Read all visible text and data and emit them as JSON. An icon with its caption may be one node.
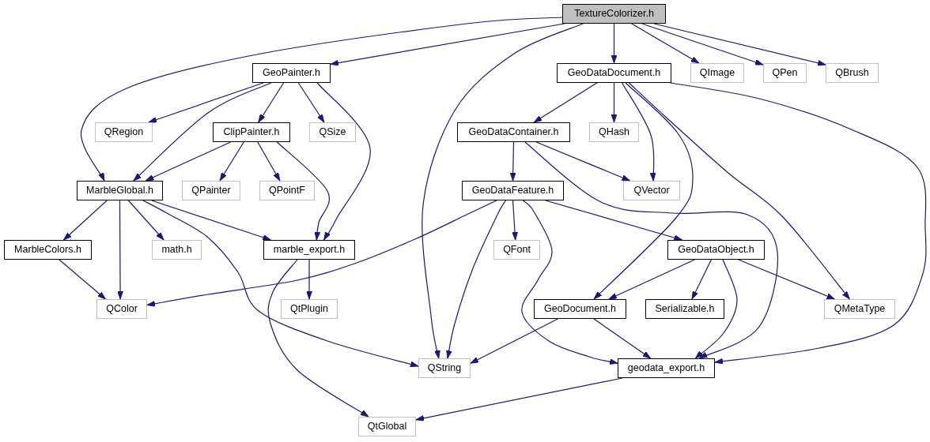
{
  "diagram": {
    "nodes": [
      {
        "text": [
          "TextureColorizer.h"
        ]
      },
      {
        "text": [
          "GeoPainter.h"
        ]
      },
      {
        "text": [
          "GeoDataDocument.h"
        ]
      },
      {
        "text": [
          "QImage"
        ]
      },
      {
        "text": [
          "QPen"
        ]
      },
      {
        "text": [
          "QBrush"
        ]
      },
      {
        "text": [
          "QRegion"
        ]
      },
      {
        "text": [
          "ClipPainter.h"
        ]
      },
      {
        "text": [
          "QSize"
        ]
      },
      {
        "text": [
          "GeoDataContainer.h"
        ]
      },
      {
        "text": [
          "QHash"
        ]
      },
      {
        "text": [
          "MarbleGlobal.h"
        ]
      },
      {
        "text": [
          "QPainter"
        ]
      },
      {
        "text": [
          "QPointF"
        ]
      },
      {
        "text": [
          "GeoDataFeature.h"
        ]
      },
      {
        "text": [
          "QVector"
        ]
      },
      {
        "text": [
          "MarbleColors.h"
        ]
      },
      {
        "text": [
          "math.h"
        ]
      },
      {
        "text": [
          "marble_export.h"
        ]
      },
      {
        "text": [
          "QFont"
        ]
      },
      {
        "text": [
          "GeoDataObject.h"
        ]
      },
      {
        "text": [
          "QColor"
        ]
      },
      {
        "text": [
          "QtPlugin"
        ]
      },
      {
        "text": [
          "GeoDocument.h"
        ]
      },
      {
        "text": [
          "Serializable.h"
        ]
      },
      {
        "text": [
          "QMetaType"
        ]
      },
      {
        "text": [
          "QString"
        ]
      },
      {
        "text": [
          "geodata_export.h"
        ]
      },
      {
        "text": [
          "QtGlobal"
        ]
      }
    ],
    "edges": [
      {
        "from": 0,
        "to": 11,
        "arrow": "to"
      },
      {
        "from": 0,
        "to": 1,
        "arrow": "to"
      },
      {
        "from": 0,
        "to": 26,
        "arrow": "to"
      },
      {
        "from": 0,
        "to": 2,
        "arrow": "to"
      },
      {
        "from": 0,
        "to": 3,
        "arrow": "to"
      },
      {
        "from": 0,
        "to": 4,
        "arrow": "to"
      },
      {
        "from": 0,
        "to": 5,
        "arrow": "to"
      },
      {
        "from": 1,
        "to": 6,
        "arrow": "to"
      },
      {
        "from": 1,
        "to": 11,
        "arrow": "to"
      },
      {
        "from": 1,
        "to": 7,
        "arrow": "to"
      },
      {
        "from": 1,
        "to": 8,
        "arrow": "to"
      },
      {
        "from": 1,
        "to": 18,
        "arrow": "to"
      },
      {
        "from": 7,
        "to": 11,
        "arrow": "to"
      },
      {
        "from": 7,
        "to": 12,
        "arrow": "to"
      },
      {
        "from": 7,
        "to": 13,
        "arrow": "to"
      },
      {
        "from": 7,
        "to": 18,
        "arrow": "to"
      },
      {
        "from": 2,
        "to": 9,
        "arrow": "to"
      },
      {
        "from": 2,
        "to": 10,
        "arrow": "to"
      },
      {
        "from": 2,
        "to": 15,
        "arrow": "to"
      },
      {
        "from": 2,
        "to": 23,
        "arrow": "to"
      },
      {
        "from": 2,
        "to": 25,
        "arrow": "to"
      },
      {
        "from": 2,
        "to": 27,
        "arrow": "to"
      },
      {
        "from": 9,
        "to": 14,
        "arrow": "to"
      },
      {
        "from": 9,
        "to": 15,
        "arrow": "to"
      },
      {
        "from": 9,
        "to": 27,
        "arrow": "to"
      },
      {
        "from": 14,
        "to": 21,
        "arrow": "to"
      },
      {
        "from": 14,
        "to": 26,
        "arrow": "to"
      },
      {
        "from": 14,
        "to": 19,
        "arrow": "to"
      },
      {
        "from": 14,
        "to": 27,
        "arrow": "to"
      },
      {
        "from": 14,
        "to": 20,
        "arrow": "to"
      },
      {
        "from": 20,
        "to": 23,
        "arrow": "to"
      },
      {
        "from": 20,
        "to": 24,
        "arrow": "to"
      },
      {
        "from": 20,
        "to": 27,
        "arrow": "to"
      },
      {
        "from": 20,
        "to": 25,
        "arrow": "to"
      },
      {
        "from": 23,
        "to": 26,
        "arrow": "to"
      },
      {
        "from": 23,
        "to": 27,
        "arrow": "to"
      },
      {
        "from": 11,
        "to": 16,
        "arrow": "to"
      },
      {
        "from": 11,
        "to": 21,
        "arrow": "to"
      },
      {
        "from": 11,
        "to": 17,
        "arrow": "to"
      },
      {
        "from": 11,
        "to": 26,
        "arrow": "to"
      },
      {
        "from": 11,
        "to": 18,
        "arrow": "to"
      },
      {
        "from": 16,
        "to": 21,
        "arrow": "to"
      },
      {
        "from": 18,
        "to": 22,
        "arrow": "to"
      },
      {
        "from": 18,
        "to": 28,
        "arrow": "to"
      },
      {
        "from": 27,
        "to": 28,
        "arrow": "to"
      }
    ]
  }
}
